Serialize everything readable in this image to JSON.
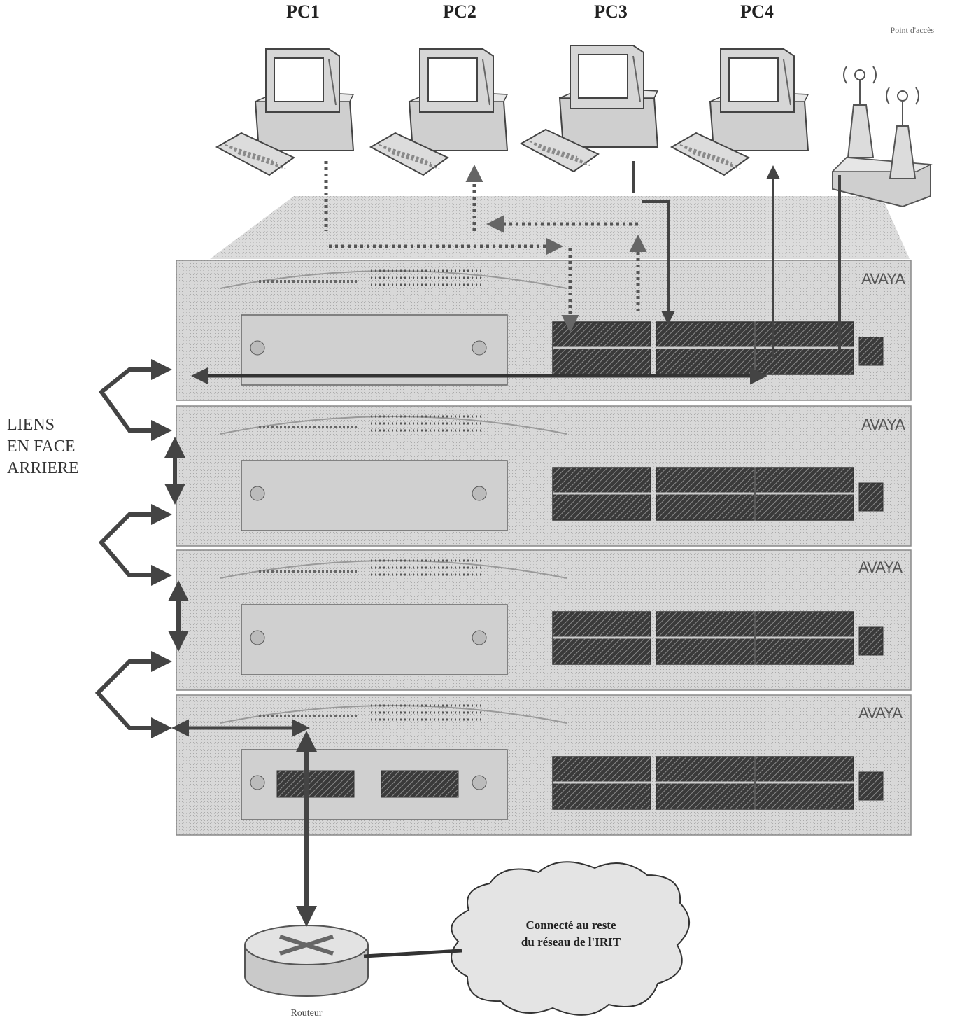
{
  "pcs": [
    {
      "label": "PC1"
    },
    {
      "label": "PC2"
    },
    {
      "label": "PC3"
    },
    {
      "label": "PC4"
    }
  ],
  "access_point": {
    "label": "Point d'accès"
  },
  "back_links": {
    "lines": [
      "LIENS",
      "EN FACE",
      "ARRIERE"
    ]
  },
  "switches": [
    {
      "brand": "AVAYA"
    },
    {
      "brand": "AVAYA"
    },
    {
      "brand": "AVAYA"
    },
    {
      "brand": "AVAYA"
    }
  ],
  "cloud": {
    "lines": [
      "Connecté au reste",
      "du réseau de l'IRIT"
    ]
  },
  "router": {
    "label": "Routeur"
  }
}
